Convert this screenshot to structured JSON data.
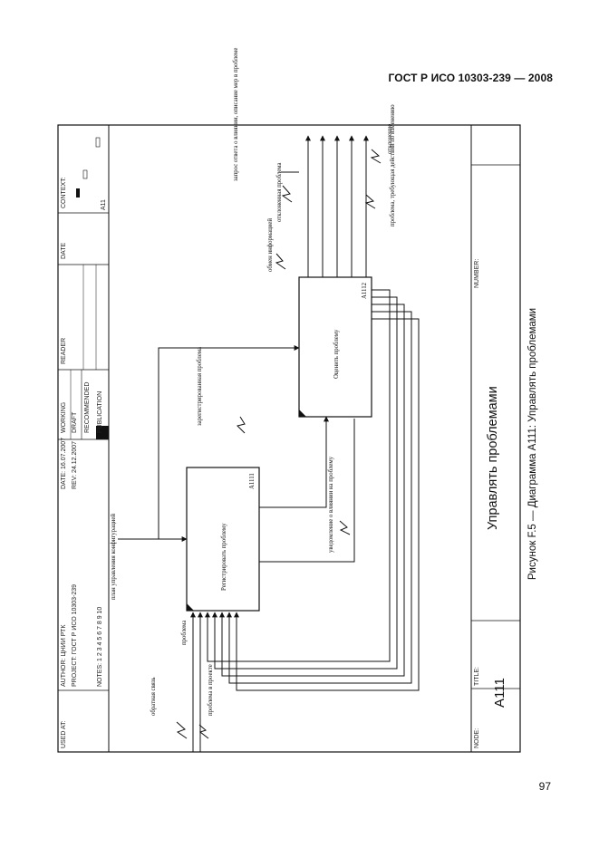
{
  "header": {
    "standard": "ГОСТ Р ИСО 10303-239 — 2008"
  },
  "page_number": "97",
  "caption": "Рисунок F.5 — Диаграмма A111: Управлять проблемами",
  "frame": {
    "used_at": "USED AT:",
    "author": "AUTHOR:  ЦНИИ РТК",
    "project": "PROJECT:  ГОСТ Р ИСО 10303-239",
    "date": "DATE:  16.07.2007",
    "rev": "REV:    24.12.2007",
    "notes": "NOTES:  1  2  3  4  5  6  7  8  9  10",
    "status": [
      "WORKING",
      "DRAFT",
      "RECOMMENDED",
      "PUBLICATION"
    ],
    "reader": "READER",
    "date2": "DATE",
    "context": "CONTEXT:",
    "context_node": "A11",
    "node_label": "NODE:",
    "title_label": "TITLE:",
    "number_label": "NUMBER:",
    "node_value": "A111",
    "title_value": "Управлять проблемами"
  },
  "boxes": [
    {
      "name": "Регистрировать проблему",
      "num": "A1111"
    },
    {
      "name": "Оценить проблему",
      "num": "A1112"
    }
  ],
  "labels": {
    "feedback": "обратная связь",
    "problem_in_project": "проблема в проекте",
    "problem": "проблема",
    "config_plan": "план управления конфигурацией",
    "registered": "зарегистрированная проблема",
    "notice": "уведомление о влиянии на проблему",
    "info_request": "обмен информацией",
    "rejected": "отклоненная проблема",
    "answer": "запрос ответа о влиянии, описание мер в проблеме",
    "solution": "проблема, требующая действий по изменению",
    "decision": "отклонение"
  }
}
